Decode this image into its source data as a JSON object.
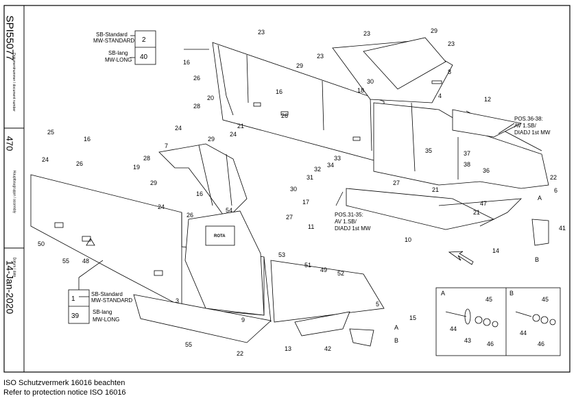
{
  "sidebar": {
    "doc_number": "SPI55077",
    "doc_number_caption": "Dokumentnummer / document number",
    "assembly": "470",
    "assembly_caption": "Hauptbaugruppe / assembly",
    "date": "14-Jan-2020",
    "date_caption": "Datum / date"
  },
  "qty_tables": [
    {
      "row1_label": "SB-Standard",
      "row1_sub": "MW-STANDARD",
      "row1_value": "2",
      "row2_label": "SB-lang",
      "row2_sub": "MW-LONG",
      "row2_value": "40"
    },
    {
      "row1_label": "SB-Standard",
      "row1_sub": "MW-STANDARD",
      "row1_value": "1",
      "row2_label": "SB-lang",
      "row2_sub": "MW-LONG",
      "row2_value": "39"
    }
  ],
  "notes": {
    "pos_36_38": [
      "POS.36-38:",
      "AV 1.SB/",
      "DIADJ 1st MW"
    ],
    "pos_31_35": [
      "POS.31-35:",
      "AV 1.SB/",
      "DIADJ 1st MW"
    ]
  },
  "detail": {
    "label_a": "A",
    "label_b": "B"
  },
  "decal_text": "ROTA",
  "footer": {
    "line1": "ISO Schutzvermerk 16016 beachten",
    "line2": "Refer to protection notice ISO 16016"
  },
  "callouts": [
    "23",
    "23",
    "29",
    "23",
    "23",
    "29",
    "8",
    "16",
    "26",
    "18",
    "30",
    "4",
    "12",
    "16",
    "20",
    "21",
    "28",
    "26",
    "35",
    "37",
    "38",
    "36",
    "22",
    "6",
    "25",
    "16",
    "24",
    "7",
    "26",
    "19",
    "28",
    "29",
    "24",
    "29",
    "24",
    "24",
    "16",
    "26",
    "27",
    "30",
    "17",
    "54",
    "33",
    "34",
    "32",
    "31",
    "27",
    "21",
    "21",
    "47",
    "10",
    "11",
    "53",
    "51",
    "49",
    "52",
    "50",
    "55",
    "48",
    "3",
    "9",
    "55",
    "22",
    "13",
    "42",
    "5",
    "15",
    "A",
    "B",
    "14",
    "41",
    "A",
    "B",
    "44",
    "43",
    "45",
    "46",
    "44",
    "45",
    "46"
  ]
}
